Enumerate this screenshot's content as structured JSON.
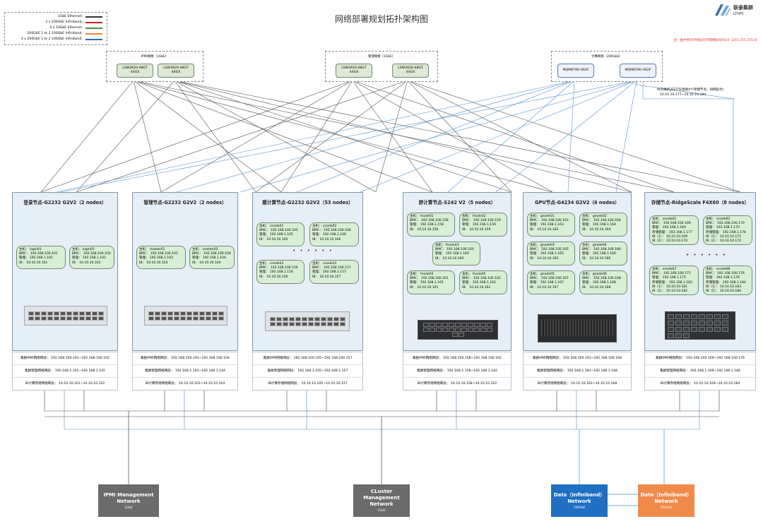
{
  "title": "网络部署规划拓扑架构图",
  "logo": {
    "name": "联泰集群",
    "sub": "LTHPC"
  },
  "note": "注：图中所示IP地址的子网掩码均为24（255.255.255.0）",
  "legend": [
    {
      "label": "1GbE Ethernet:",
      "color": "#333333"
    },
    {
      "label": "2 x 200GbE Infiniband:",
      "color": "#cc2222"
    },
    {
      "label": "4 x 10GbE Ethernet:",
      "color": "#3a9a3a"
    },
    {
      "label": "200GbE 1 to 2 100GbE Infiniband:",
      "color": "#f08040"
    },
    {
      "label": "4 x 200GbE 1 to 2 100GbE Infiniband:",
      "color": "#2a6ab0"
    }
  ],
  "switch_groups": [
    {
      "title": "IPMI网络（1GbE）",
      "switches": [
        {
          "model": "LSW3620-48GT",
          "sub": "4XGS"
        },
        {
          "model": "LSW3620-48GT",
          "sub": "4XGS"
        }
      ]
    },
    {
      "title": "管理网络（1GbE）",
      "switches": [
        {
          "model": "LSW3620-48GT",
          "sub": "4XGS"
        },
        {
          "model": "LSW3620-48GT",
          "sub": "4XGS"
        }
      ]
    },
    {
      "title": "计算网络（200GbE）",
      "switches": [
        {
          "model": "MQM8790-HS2F",
          "sub": ""
        },
        {
          "model": "MQM8790-HS2F",
          "sub": ""
        }
      ]
    }
  ],
  "ib_note": {
    "line1": "IB交换机2向下仅连接4个存储节点，IB网段为：",
    "line2": "10.10.10.177~10.10.10.184"
  },
  "clusters": [
    {
      "title": "登录节点-G2232 G2V2（2 nodes）",
      "nodes": [
        {
          "host": "主机：  login01",
          "bmc": "BMC：  192.168.100.101",
          "mgmt": "管理：  192.168.1.101",
          "ib": "IB：  10.10.10.101"
        },
        {
          "host": "主机：  login02",
          "bmc": "BMC：  192.168.100.102",
          "mgmt": "管理：  192.168.1.102",
          "ib": "IB：  10.10.10.102"
        }
      ],
      "info": [
        "集群IPMI网络网段：  192.168.100.101~192.168.100.102",
        "集群管理网络网段：  192.168.1.101~192.168.1.102",
        "IB计算存储网络网段：  10.10.10.101~10.10.10.102"
      ]
    },
    {
      "title": "管理节点-G2232 G2V2（2 nodes）",
      "nodes": [
        {
          "host": "主机：  master01",
          "bmc": "BMC：  192.168.100.103",
          "mgmt": "管理：  192.168.1.103",
          "ib": "IB：  10.10.10.103"
        },
        {
          "host": "主机：  master02",
          "bmc": "BMC：  192.168.100.104",
          "mgmt": "管理：  192.168.1.104",
          "ib": "IB：  10.10.10.104"
        }
      ],
      "info": [
        "集群IPMI网络网段：  192.168.100.103~192.168.100.104",
        "集群管理网络网段：  192.168.1.103~192.168.1.104",
        "IB计算存储网络网段：  10.10.10.103~10.10.10.104"
      ]
    },
    {
      "title": "瘦计算节点-G2232 G2V2（53 nodes）",
      "nodes": [
        {
          "host": "主机：  cnode01",
          "bmc": "BMC：  192.168.100.105",
          "mgmt": "管理：  192.168.1.105",
          "ib": "IB：  10.10.10.105"
        },
        {
          "host": "主机：  cnode02",
          "bmc": "BMC：  192.168.100.106",
          "mgmt": "管理：  192.168.1.106",
          "ib": "IB：  10.10.10.106"
        },
        {
          "host": "主机：  cnode52",
          "bmc": "BMC：  192.168.100.156",
          "mgmt": "管理：  192.168.1.156",
          "ib": "IB：  10.10.10.156"
        },
        {
          "host": "主机：  cnode53",
          "bmc": "BMC：  192.168.100.157",
          "mgmt": "管理：  192.168.1.157",
          "ib": "IB：  10.10.10.157"
        }
      ],
      "dots": "• • • • • •",
      "info": [
        "集群IPMI网络网段：  192.168.100.105~192.168.100.157",
        "集群管理网络网段：  192.168.1.105~192.168.1.157",
        "IB计算存储网络网段：  10.10.10.105~10.10.10.157"
      ]
    },
    {
      "title": "胖计算节点-S242 V2（5 nodes）",
      "nodes": [
        {
          "host": "主机：  fnode01",
          "bmc": "BMC：  192.168.100.158",
          "mgmt": "管理：  192.168.1.158",
          "ib": "IB：  10.10.10.158"
        },
        {
          "host": "主机：  fnode02",
          "bmc": "BMC：  192.168.100.159",
          "mgmt": "管理：  192.168.1.159",
          "ib": "IB：  10.10.10.159"
        },
        {
          "host": "主机：  fnode03",
          "bmc": "BMC：  192.168.100.160",
          "mgmt": "管理：  192.168.1.160",
          "ib": "IB：  10.10.10.160"
        },
        {
          "host": "主机：  fnode04",
          "bmc": "BMC：  192.168.100.161",
          "mgmt": "管理：  192.168.1.161",
          "ib": "IB：  10.10.10.161"
        },
        {
          "host": "主机：  fnode05",
          "bmc": "BMC：  192.168.100.162",
          "mgmt": "管理：  192.168.1.162",
          "ib": "IB：  10.10.10.162"
        }
      ],
      "info": [
        "集群IPMI网络网段：  192.168.100.158~192.168.100.162",
        "集群管理网络网段：  192.168.1.158~192.168.1.162",
        "IB计算存储网络网段：  10.10.10.158~10.10.10.162"
      ]
    },
    {
      "title": "GPU节点-G4234 G2V2（6 nodes）",
      "nodes": [
        {
          "host": "主机：  gnode01",
          "bmc": "BMC：  192.168.100.163",
          "mgmt": "管理：  192.168.1.163",
          "ib": "IB：  10.10.10.163"
        },
        {
          "host": "主机：  gnode02",
          "bmc": "BMC：  192.168.100.164",
          "mgmt": "管理：  192.168.1.164",
          "ib": "IB：  10.10.10.164"
        },
        {
          "host": "主机：  gnode03",
          "bmc": "BMC：  192.168.100.165",
          "mgmt": "管理：  192.168.1.165",
          "ib": "IB：  10.10.10.165"
        },
        {
          "host": "主机：  gnode04",
          "bmc": "BMC：  192.168.100.166",
          "mgmt": "管理：  192.168.1.166",
          "ib": "IB：  10.10.10.166"
        },
        {
          "host": "主机：  gnode05",
          "bmc": "BMC：  192.168.100.167",
          "mgmt": "管理：  192.168.1.167",
          "ib": "IB：  10.10.10.167"
        },
        {
          "host": "主机：  gnode06",
          "bmc": "BMC：  192.168.100.168",
          "mgmt": "管理：  192.168.1.168",
          "ib": "IB：  10.10.10.168"
        }
      ],
      "info": [
        "集群IPMI网络网段：  192.168.100.163~192.168.100.168",
        "集群管理网络网段：  192.168.1.163~192.168.1.168",
        "IB计算存储网络网段：  10.10.10.163~10.10.10.168"
      ]
    },
    {
      "title": "存储节点-RidgeScale F4X60（8 nodes）",
      "nodes": [
        {
          "host": "主机：  snode01",
          "bmc": "BMC：  192.168.100.169",
          "mgmt": "管理：  192.168.1.169",
          "store": "存储管理：  192.168.1.177",
          "ib1": "IB（1）：  10.10.10.169",
          "ib2": "IB（2）：  10.10.10.170"
        },
        {
          "host": "主机：  snode02",
          "bmc": "BMC：  192.168.100.170",
          "mgmt": "管理：  192.168.1.170",
          "store": "存储管理：  192.168.1.178",
          "ib1": "IB（1）：  10.10.10.171",
          "ib2": "IB（2）：  10.10.10.172"
        },
        {
          "host": "主机：  snode07",
          "bmc": "BMC：  192.168.100.175",
          "mgmt": "管理：  192.168.1.175",
          "store": "存储管理：  192.168.1.183",
          "ib1": "IB（1）：  10.10.10.181",
          "ib2": "IB（2）：  10.10.10.182"
        },
        {
          "host": "主机：  snode08",
          "bmc": "BMC：  192.168.100.176",
          "mgmt": "管理：  192.168.1.176",
          "store": "存储管理：  192.168.1.184",
          "ib1": "IB（1）：  10.10.10.183",
          "ib2": "IB（2）：  10.10.10.184"
        }
      ],
      "dots": "• • • • • •",
      "info": [
        "集群IPMI网络网段：  192.168.100.169~192.168.100.176",
        "集群管理网络网段：  192.168.1.169~192.168.1.184",
        "IB计算存储网络网段：  10.10.10.169~10.10.10.184"
      ]
    }
  ],
  "bottom_networks": [
    {
      "name": "IPMI Management Network",
      "speed": "1GbE",
      "color": "#6b6b6b"
    },
    {
      "name": "CLuster Management Network",
      "speed": "1GbE",
      "color": "#6b6b6b"
    },
    {
      "name": "Data（Infiniband） Network",
      "speed": "100GbE",
      "color": "#1f6fc2"
    },
    {
      "name": "Data（Infiniband） Network",
      "speed": "200GbE",
      "color": "#f08a4b"
    }
  ]
}
